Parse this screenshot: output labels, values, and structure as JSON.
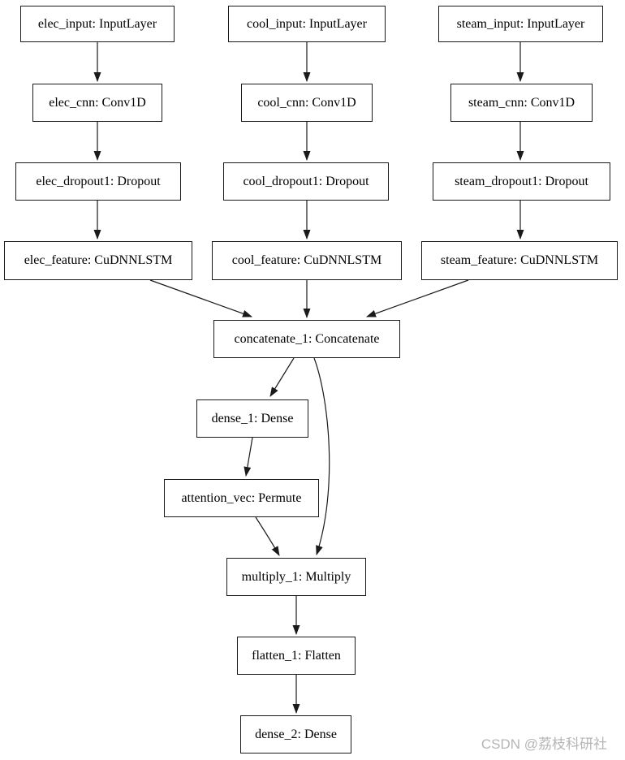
{
  "diagram": {
    "type": "neural-network-architecture",
    "nodes": {
      "elec_input": {
        "label": "elec_input: InputLayer",
        "name": "elec_input",
        "layer_type": "InputLayer"
      },
      "cool_input": {
        "label": "cool_input: InputLayer",
        "name": "cool_input",
        "layer_type": "InputLayer"
      },
      "steam_input": {
        "label": "steam_input: InputLayer",
        "name": "steam_input",
        "layer_type": "InputLayer"
      },
      "elec_cnn": {
        "label": "elec_cnn: Conv1D",
        "name": "elec_cnn",
        "layer_type": "Conv1D"
      },
      "cool_cnn": {
        "label": "cool_cnn: Conv1D",
        "name": "cool_cnn",
        "layer_type": "Conv1D"
      },
      "steam_cnn": {
        "label": "steam_cnn: Conv1D",
        "name": "steam_cnn",
        "layer_type": "Conv1D"
      },
      "elec_dropout1": {
        "label": "elec_dropout1: Dropout",
        "name": "elec_dropout1",
        "layer_type": "Dropout"
      },
      "cool_dropout1": {
        "label": "cool_dropout1: Dropout",
        "name": "cool_dropout1",
        "layer_type": "Dropout"
      },
      "steam_dropout1": {
        "label": "steam_dropout1: Dropout",
        "name": "steam_dropout1",
        "layer_type": "Dropout"
      },
      "elec_feature": {
        "label": "elec_feature: CuDNNLSTM",
        "name": "elec_feature",
        "layer_type": "CuDNNLSTM"
      },
      "cool_feature": {
        "label": "cool_feature: CuDNNLSTM",
        "name": "cool_feature",
        "layer_type": "CuDNNLSTM"
      },
      "steam_feature": {
        "label": "steam_feature: CuDNNLSTM",
        "name": "steam_feature",
        "layer_type": "CuDNNLSTM"
      },
      "concatenate_1": {
        "label": "concatenate_1: Concatenate",
        "name": "concatenate_1",
        "layer_type": "Concatenate"
      },
      "dense_1": {
        "label": "dense_1: Dense",
        "name": "dense_1",
        "layer_type": "Dense"
      },
      "attention_vec": {
        "label": "attention_vec: Permute",
        "name": "attention_vec",
        "layer_type": "Permute"
      },
      "multiply_1": {
        "label": "multiply_1: Multiply",
        "name": "multiply_1",
        "layer_type": "Multiply"
      },
      "flatten_1": {
        "label": "flatten_1: Flatten",
        "name": "flatten_1",
        "layer_type": "Flatten"
      },
      "dense_2": {
        "label": "dense_2: Dense",
        "name": "dense_2",
        "layer_type": "Dense"
      }
    },
    "edges": [
      {
        "from": "elec_input",
        "to": "elec_cnn"
      },
      {
        "from": "cool_input",
        "to": "cool_cnn"
      },
      {
        "from": "steam_input",
        "to": "steam_cnn"
      },
      {
        "from": "elec_cnn",
        "to": "elec_dropout1"
      },
      {
        "from": "cool_cnn",
        "to": "cool_dropout1"
      },
      {
        "from": "steam_cnn",
        "to": "steam_dropout1"
      },
      {
        "from": "elec_dropout1",
        "to": "elec_feature"
      },
      {
        "from": "cool_dropout1",
        "to": "cool_feature"
      },
      {
        "from": "steam_dropout1",
        "to": "steam_feature"
      },
      {
        "from": "elec_feature",
        "to": "concatenate_1"
      },
      {
        "from": "cool_feature",
        "to": "concatenate_1"
      },
      {
        "from": "steam_feature",
        "to": "concatenate_1"
      },
      {
        "from": "concatenate_1",
        "to": "dense_1"
      },
      {
        "from": "concatenate_1",
        "to": "multiply_1"
      },
      {
        "from": "dense_1",
        "to": "attention_vec"
      },
      {
        "from": "attention_vec",
        "to": "multiply_1"
      },
      {
        "from": "multiply_1",
        "to": "flatten_1"
      },
      {
        "from": "flatten_1",
        "to": "dense_2"
      }
    ]
  },
  "watermark": {
    "text": "CSDN @荔枝科研社"
  },
  "colors": {
    "background": "#ffffff",
    "node_fill": "#ffffff",
    "node_border": "#1a1a1a",
    "edge": "#1a1a1a",
    "text": "#000000",
    "watermark_text": "#b5b5b5"
  }
}
